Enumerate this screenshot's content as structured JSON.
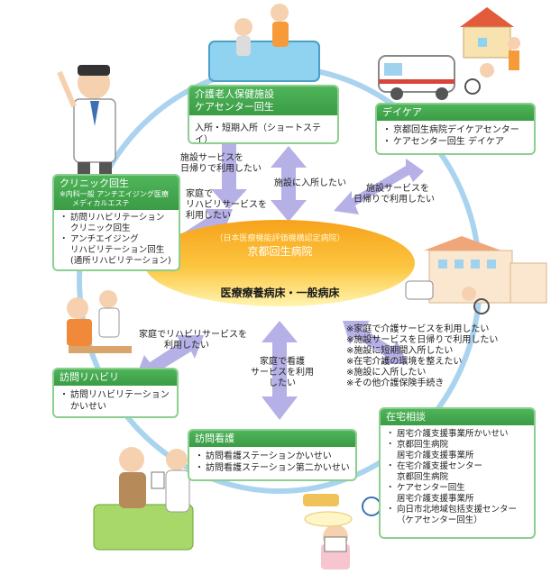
{
  "center": {
    "sub": "（日本医療機能評価機構認定病院）",
    "title": "京都回生病院",
    "lower": "医療療養病床・一般病床"
  },
  "boxes": {
    "kaigo": {
      "title_line1": "介護老人保健施設",
      "title_line2": "ケアセンター回生",
      "items": [
        "入所・短期入所（ショートステイ）"
      ]
    },
    "daycare": {
      "title": "デイケア",
      "items": [
        "京都回生病院デイケアセンター",
        "ケアセンター回生 デイケア"
      ]
    },
    "clinic": {
      "title": "クリニック回生",
      "sub_line1": "※内科一般 アンチエイジング医療",
      "sub_line2": "メディカルエステ",
      "items": [
        "訪問リハビリテーション",
        "クリニック回生",
        "アンチエイジング",
        "リハビリテーション回生",
        "(通所リハビリテーション)"
      ]
    },
    "homon_reha": {
      "title": "訪問リハビリ",
      "items": [
        "訪問リハビリテーション",
        "かいせい"
      ]
    },
    "homon_kango": {
      "title": "訪問看護",
      "items": [
        "訪問看護ステーションかいせい",
        "訪問看護ステーション第二かいせい"
      ]
    },
    "zaitaku": {
      "title": "在宅相談",
      "items": [
        "居宅介護支援事業所かいせい",
        "京都回生病院",
        "居宅介護支援事業所",
        "在宅介護支援センター",
        "京都回生病院",
        "ケアセンター回生",
        "居宅介護支援事業所",
        "向日市北地域包括支援センター",
        "（ケアセンター回生）"
      ]
    }
  },
  "labels": {
    "shisetsu_higaeri_l1": "施設サービスを",
    "shisetsu_higaeri_l2": "日帰りで利用したい",
    "nyusho_l1": "施設に入所したい",
    "katei_reha_l1": "家庭で",
    "katei_reha_l2": "リハビリサービスを",
    "katei_reha_l3": "利用したい",
    "daycare_l1": "施設サービスを",
    "daycare_l2": "日帰りで利用したい",
    "katei_reha2_l1": "家庭でリハビリサービスを",
    "katei_reha2_l2": "利用したい",
    "katei_kango_l1": "家庭で看護",
    "katei_kango_l2": "サービスを利用",
    "katei_kango_l3": "したい",
    "zaitaku_l1": "※家庭で介護サービスを利用したい",
    "zaitaku_l2": "※施設サービスを日帰りで利用したい",
    "zaitaku_l3": "※施設に短期間入所したい",
    "zaitaku_l4": "※在宅介護の環境を整えたい",
    "zaitaku_l5": "※施設に入所したい",
    "zaitaku_l6": "※その他介護保険手続き"
  },
  "colors": {
    "ring": "#a9d3ef",
    "arrow": "#b5b0e6",
    "ellipse_top": "#f7a21b",
    "ellipse_bottom": "#fff2a0",
    "box_border": "#8ccf8f",
    "box_head": "#43a84e"
  }
}
